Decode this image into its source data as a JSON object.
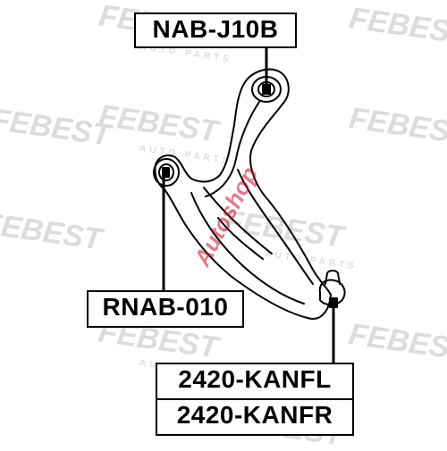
{
  "parts": {
    "upper_bushing": "NAB-J10B",
    "rear_bushing": "RNAB-010",
    "ball_joint_left": "2420-KANFL",
    "ball_joint_right": "2420-KANFR"
  },
  "watermarks": {
    "brand": "FEBEST",
    "tagline": "AUTO PARTS",
    "stamp": "Autoshop"
  },
  "colors": {
    "line": "#000000",
    "watermark": "#d9d9d9",
    "stamp": "#c8102e"
  }
}
